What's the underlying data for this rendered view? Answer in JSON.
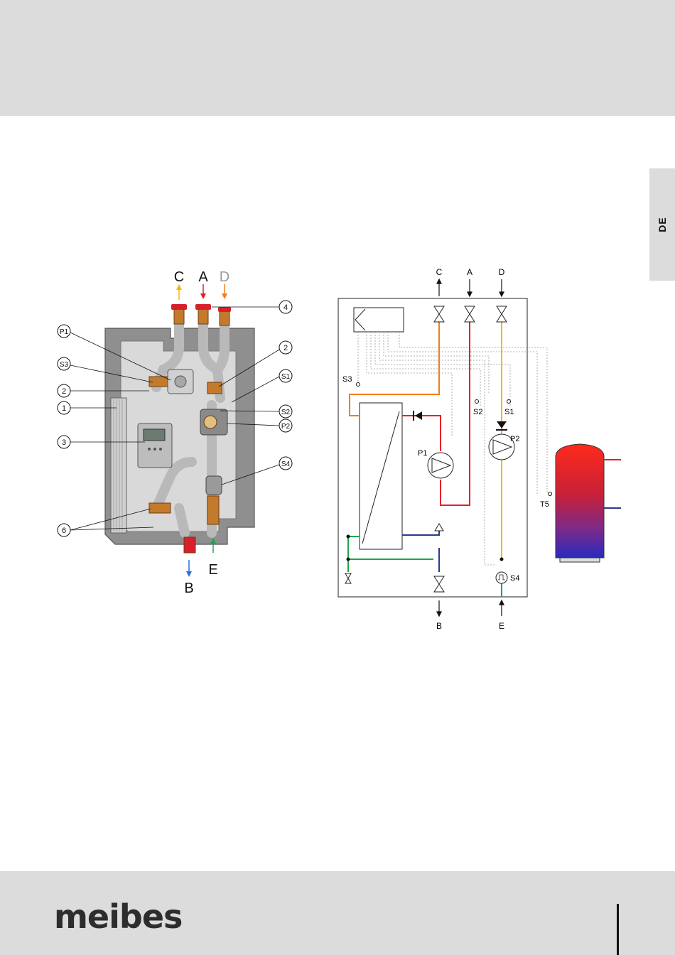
{
  "header": {},
  "language_tab": "DE",
  "brand": "meibes",
  "photo_diagram": {
    "port_labels": {
      "C": "C",
      "A": "A",
      "D": "D",
      "B": "B",
      "E": "E"
    },
    "callouts": [
      "P1",
      "S3",
      "2",
      "1",
      "3",
      "6",
      "4",
      "2",
      "S1",
      "S2",
      "P2",
      "S4"
    ]
  },
  "schematic": {
    "top_ports": [
      "C",
      "A",
      "D"
    ],
    "bottom_ports": [
      "B",
      "E"
    ],
    "sensors": [
      "S3",
      "S2",
      "S1",
      "S4",
      "T5"
    ],
    "pumps": [
      "P1",
      "P2"
    ]
  },
  "colors": {
    "band": "#dcdcdc",
    "hot_red": "#e4202a",
    "orange": "#f07f1a",
    "yellow": "#f5b800",
    "green": "#1fa64a",
    "blue_return": "#2a3a8c",
    "insulation_gray": "#9a9a9a"
  }
}
